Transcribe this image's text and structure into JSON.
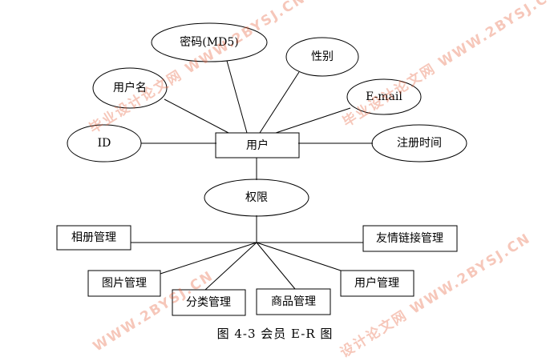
{
  "diagram": {
    "entity_user": "用户",
    "attributes": {
      "username": "用户名",
      "password": "密码(MD5)",
      "gender": "性别",
      "email": "E-mail",
      "id": "ID",
      "register_time": "注册时间"
    },
    "relationship": "权限",
    "modules": {
      "album": "相册管理",
      "friend_links": "友情链接管理",
      "picture": "图片管理",
      "category": "分类管理",
      "product": "商品管理",
      "user_admin": "用户管理"
    }
  },
  "caption": "图 4-3   会员 E-R 图",
  "watermarks": {
    "top": "毕业设计论文网 WWW.2BYSJ.CN",
    "top_right": "毕业设计论文网 WWW.2BYSJ.CN",
    "bottom_left": "WWW.2BYSJ.CN",
    "bottom_right": "设计论文网 WWW.2BYSJ.CN"
  },
  "colors": {
    "line": "#000000",
    "watermark": "#e4542b"
  }
}
